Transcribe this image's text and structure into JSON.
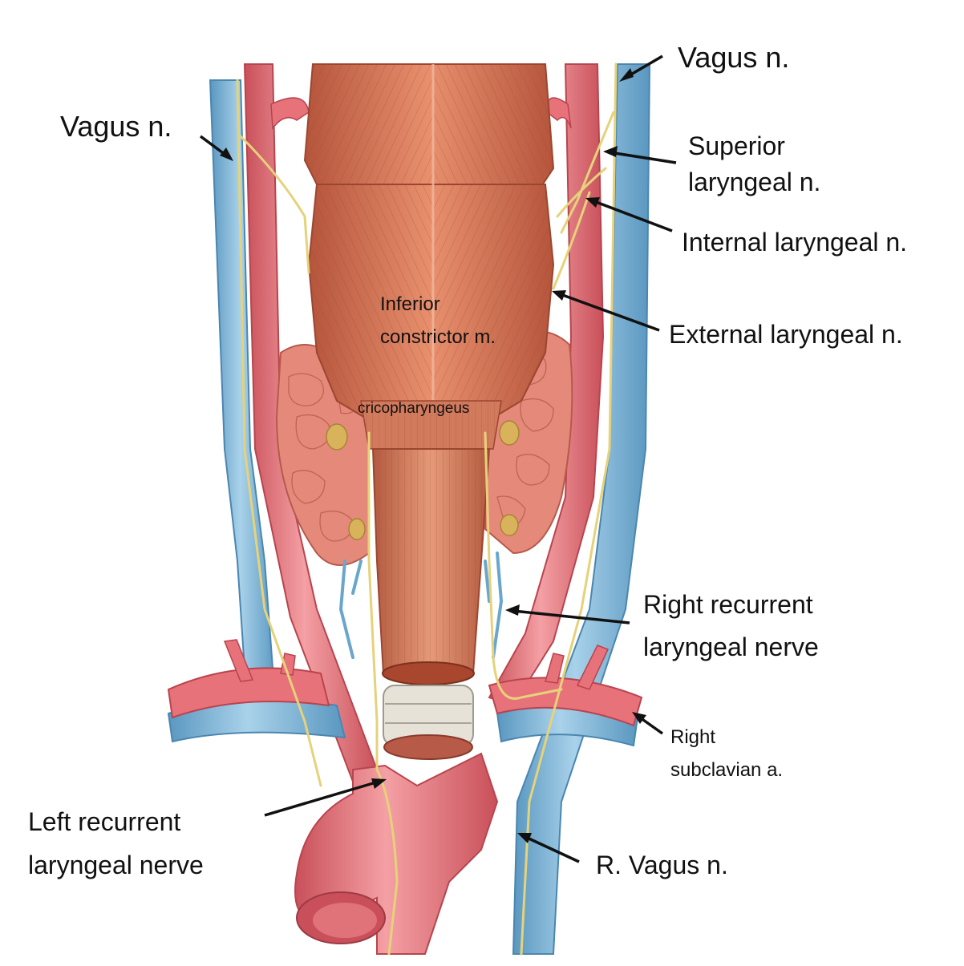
{
  "labels": {
    "vagus_right_top": "Vagus n.",
    "vagus_left_top": "Vagus n.",
    "superior_laryngeal_1": "Superior",
    "superior_laryngeal_2": "laryngeal n.",
    "internal_laryngeal": "Internal laryngeal n.",
    "external_laryngeal": "External laryngeal n.",
    "inferior_constrictor_1": "Inferior",
    "inferior_constrictor_2": "constrictor m.",
    "cricopharyngeus": "cricopharyngeus",
    "right_recurrent_1": "Right recurrent",
    "right_recurrent_2": "laryngeal nerve",
    "right_subclavian_1": "Right",
    "right_subclavian_2": "subclavian a.",
    "left_recurrent_1": "Left recurrent",
    "left_recurrent_2": "laryngeal nerve",
    "r_vagus": "R. Vagus n."
  },
  "colors": {
    "artery": "#e8727a",
    "artery_dark": "#c9505a",
    "vein": "#7fb6d8",
    "vein_dark": "#5a97c0",
    "muscle": "#d9775a",
    "muscle_dark": "#b5553c",
    "nerve": "#e8d88a",
    "gland": "#e58a7a"
  }
}
